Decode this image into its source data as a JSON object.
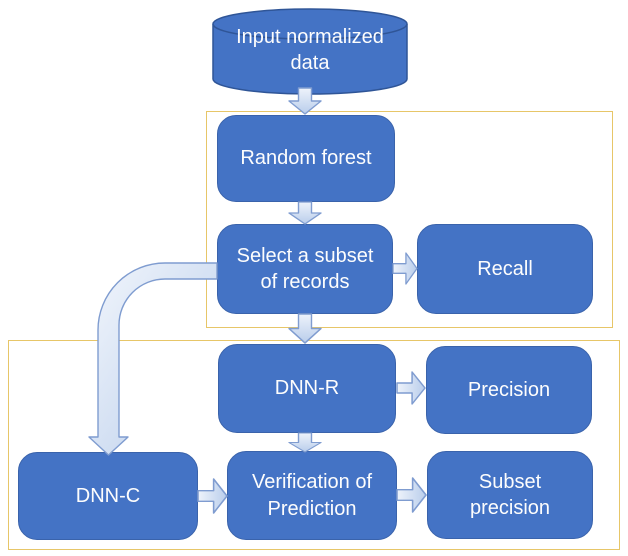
{
  "diagram": {
    "nodes": {
      "input_data": {
        "label": "Input normalized data",
        "lines": [
          "Input normalized",
          "data"
        ],
        "shape": "cylinder"
      },
      "random_forest": {
        "label": "Random forest",
        "lines": [
          "Random forest"
        ],
        "shape": "rounded-rect"
      },
      "select_subset": {
        "label": "Select a subset of records",
        "lines": [
          "Select a subset",
          "of records"
        ],
        "shape": "rounded-rect"
      },
      "recall": {
        "label": "Recall",
        "lines": [
          "Recall"
        ],
        "shape": "rounded-rect"
      },
      "dnn_r": {
        "label": "DNN-R",
        "lines": [
          "DNN-R"
        ],
        "shape": "rounded-rect"
      },
      "precision": {
        "label": "Precision",
        "lines": [
          "Precision"
        ],
        "shape": "rounded-rect"
      },
      "dnn_c": {
        "label": "DNN-C",
        "lines": [
          "DNN-C"
        ],
        "shape": "rounded-rect"
      },
      "verification": {
        "label": "Verification of Prediction",
        "lines": [
          "Verification of",
          "Prediction"
        ],
        "shape": "rounded-rect"
      },
      "subset_precision": {
        "label": "Subset precision",
        "lines": [
          "Subset",
          "precision"
        ],
        "shape": "rounded-rect"
      }
    },
    "edges": [
      {
        "from": "input_data",
        "to": "random_forest"
      },
      {
        "from": "random_forest",
        "to": "select_subset"
      },
      {
        "from": "select_subset",
        "to": "recall"
      },
      {
        "from": "select_subset",
        "to": "dnn_r"
      },
      {
        "from": "select_subset",
        "to": "dnn_c"
      },
      {
        "from": "dnn_r",
        "to": "precision"
      },
      {
        "from": "dnn_r",
        "to": "verification"
      },
      {
        "from": "dnn_c",
        "to": "verification"
      },
      {
        "from": "verification",
        "to": "subset_precision"
      }
    ],
    "groups": [
      {
        "name": "group-random-forest-stage",
        "contains": [
          "random_forest",
          "select_subset",
          "recall"
        ]
      },
      {
        "name": "group-dnn-stage",
        "contains": [
          "dnn_r",
          "precision",
          "dnn_c",
          "verification",
          "subset_precision"
        ]
      }
    ],
    "colors": {
      "node_fill": "#4473c5",
      "node_border": "#3a63ab",
      "node_text": "#fdfdfd",
      "arrow_fill_light": "#ebf1fa",
      "arrow_fill_dark": "#b9cdeb",
      "arrow_border": "#7f9cd0",
      "group_border": "#e7c668",
      "background": "#ffffff"
    }
  }
}
